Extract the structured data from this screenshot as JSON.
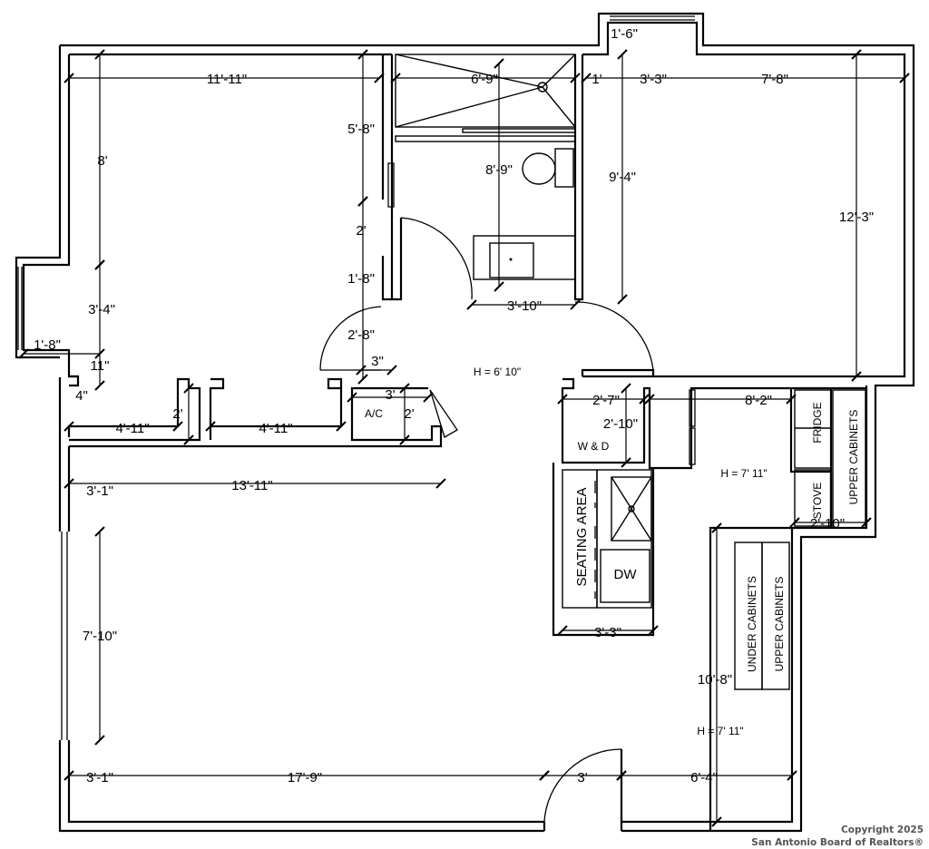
{
  "dimensions": {
    "d_11_11": "11'-11\"",
    "d_8": "8'",
    "d_5_8": "5'-8\"",
    "d_6_9": "6'-9\"",
    "d_1_6": "1'-6\"",
    "d_1": "1'",
    "d_3_3_top": "3'-3\"",
    "d_7_8": "7'-8\"",
    "d_8_9": "8'-9\"",
    "d_9_4": "9'-4\"",
    "d_12_3": "12'-3\"",
    "d_2_hall": "2'",
    "d_1_8_hall": "1'-8\"",
    "d_3_4": "3'-4\"",
    "d_1_8_win": "1'-8\"",
    "d_2_8": "2'-8\"",
    "d_3_10": "3'-10\"",
    "d_3_small": "3\"",
    "d_11": "11\"",
    "d_4": "4\"",
    "d_3_ac": "3'",
    "d_2_left": "2'",
    "d_2_ac": "2'",
    "d_4_11_a": "4'-11\"",
    "d_4_11_b": "4'-11\"",
    "d_2_7": "2'-7\"",
    "d_2_10_wd": "2'-10\"",
    "d_8_2": "8'-2\"",
    "d_3_1_a": "3'-1\"",
    "d_13_11": "13'-11\"",
    "d_7_10": "7'-10\"",
    "d_3_3_seat": "3'-3\"",
    "d_2_10_stove": "2'-10\"",
    "d_10_8": "10'-8\"",
    "d_3_1_b": "3'-1\"",
    "d_17_9": "17'-9\"",
    "d_3_door": "3'",
    "d_6_4": "6'-4\""
  },
  "labels": {
    "ac": "A/C",
    "wd": "W & D",
    "fridge": "FRIDGE",
    "stove": "STOVE",
    "upper_cabinets_right": "UPPER CABINETS",
    "under_cabinets": "UNDER CABINETS",
    "upper_cabinets_island": "UPPER CABINETS",
    "seating_area": "SEATING AREA",
    "dw": "DW"
  },
  "heights": {
    "hall": "H = 6' 10\"",
    "kitchen": "H = 7' 11\"",
    "living": "H = 7' 11\""
  },
  "copyright": {
    "line1": "Copyright 2025",
    "line2": "San Antonio Board of Realtors®"
  }
}
